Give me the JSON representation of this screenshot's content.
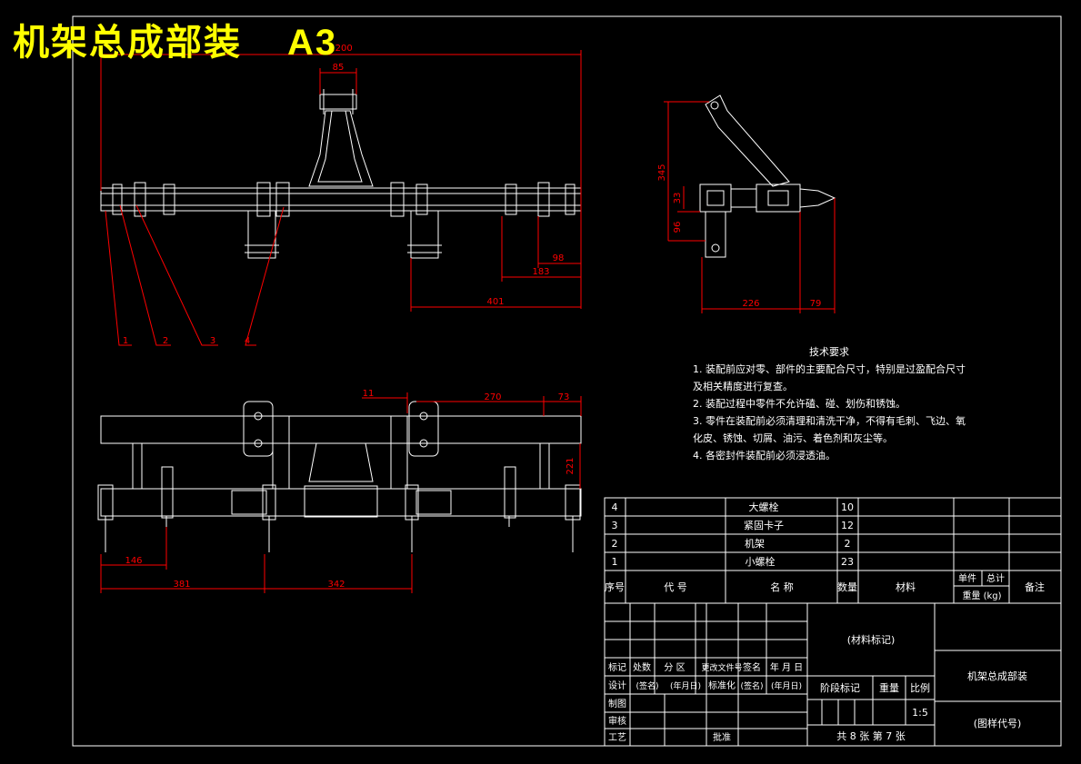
{
  "drawing": {
    "title": "机架总成部装",
    "sheet_size": "A3",
    "colors": {
      "background": "#000000",
      "frame": "#ffffff",
      "dimension": "#ff0000",
      "title": "#ffff00"
    }
  },
  "dimensions": {
    "top_view": [
      "1200",
      "85",
      "98",
      "183",
      "401"
    ],
    "side_view": [
      "345",
      "33",
      "96",
      "226",
      "79"
    ],
    "front_view": [
      "11",
      "270",
      "73",
      "221",
      "146",
      "381",
      "342"
    ]
  },
  "callouts": [
    "1",
    "2",
    "3",
    "4"
  ],
  "tech_requirements": {
    "heading": "技术要求",
    "items": [
      "1. 装配前应对零、部件的主要配合尺寸，特别是过盈配合尺寸及相关精度进行复查。",
      "2. 装配过程中零件不允许磕、碰、划伤和锈蚀。",
      "3. 零件在装配前必须清理和清洗干净，不得有毛刺、飞边、氧化皮、锈蚀、切屑、油污、着色剂和灰尘等。",
      "4. 各密封件装配前必须浸透油。"
    ]
  },
  "parts_list": {
    "rows": [
      {
        "no": "4",
        "code": "",
        "name": "大螺栓",
        "qty": "10",
        "material": ""
      },
      {
        "no": "3",
        "code": "",
        "name": "紧固卡子",
        "qty": "12",
        "material": ""
      },
      {
        "no": "2",
        "code": "",
        "name": "机架",
        "qty": "2",
        "material": ""
      },
      {
        "no": "1",
        "code": "",
        "name": "小螺栓",
        "qty": "23",
        "material": ""
      }
    ],
    "header": {
      "no": "序号",
      "code": "代 号",
      "name": "名 称",
      "qty": "数量",
      "material": "材料",
      "unit": "单件",
      "total": "总计",
      "weight": "重量 (kg)",
      "note": "备注"
    }
  },
  "title_block": {
    "material_mark": "(材料标记)",
    "drawing_name": "机架总成部装",
    "drawing_code": "(图样代号)",
    "stage_mark": "阶段标记",
    "weight": "重量",
    "scale_label": "比例",
    "scale": "1:5",
    "sheets": "共 8 张   第 7 张",
    "rev_headers": [
      "标记",
      "处数",
      "分 区",
      "更改文件号",
      "签名",
      "年 月 日"
    ],
    "design_row": [
      "设计",
      "(签名)",
      "(年月日)",
      "标准化",
      "(签名)",
      "(年月日)"
    ],
    "roles": [
      "制图",
      "审核",
      "工艺"
    ],
    "approve": "批准"
  }
}
